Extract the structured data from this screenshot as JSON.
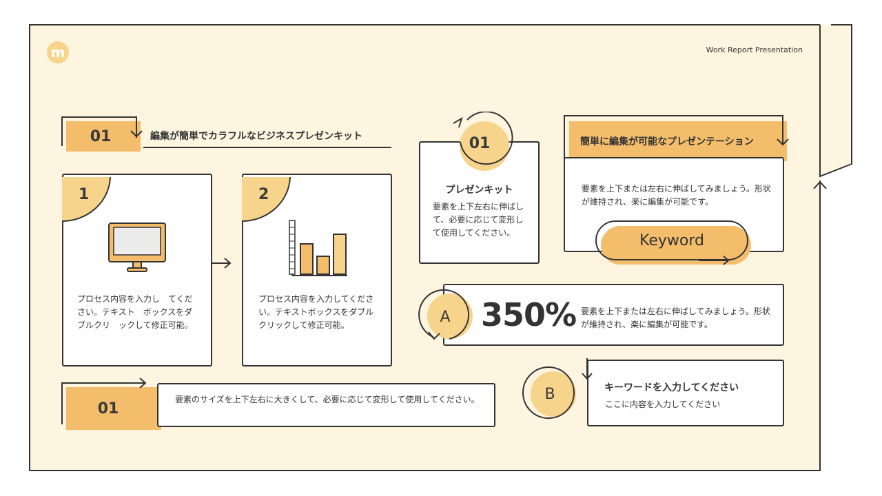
{
  "header": {
    "logo_letter": "m",
    "title": "Work Report Presentation"
  },
  "section_title": {
    "number": "01",
    "text": "編集が簡単でカラフルなビジネスプレゼンキット"
  },
  "steps": [
    {
      "number": "1",
      "icon": "monitor-icon",
      "text": "プロセス内容を入力し　てください。テキスト　ボックスをダブルクリ　ックして修正可能。"
    },
    {
      "number": "2",
      "icon": "bar-chart-icon",
      "text": "プロセス内容を入力してください。テキストボックスをダブルクリックして修正可能。"
    }
  ],
  "bottom_note": {
    "number": "01",
    "text": "要素のサイズを上下左右に大きくして、必要に応じて変形して使用してください。"
  },
  "kit_card": {
    "number": "01",
    "title": "プレゼンキット",
    "text": "要素を上下左右に伸ばして、必要に応じて変形して使用してください。"
  },
  "feature_card": {
    "title": "簡単に編集が可能なプレゼンテーション",
    "text": "要素を上下または左右に伸ばしてみましょう。形状が維持され、楽に編集が可能です。",
    "keyword": "Keyword"
  },
  "stat_card": {
    "letter": "A",
    "value": "350%",
    "text": "要素を上下または左右に伸ばしてみましょう。形状が維持され、楽に編集が可能です。"
  },
  "keyword_card": {
    "letter": "B",
    "title": "キーワードを入力してください",
    "text": "ここに内容を入力してください"
  },
  "colors": {
    "accent": "#f3bd6b",
    "accent_light": "#f7d48c",
    "background": "#fdf5e0",
    "stroke": "#333333"
  }
}
